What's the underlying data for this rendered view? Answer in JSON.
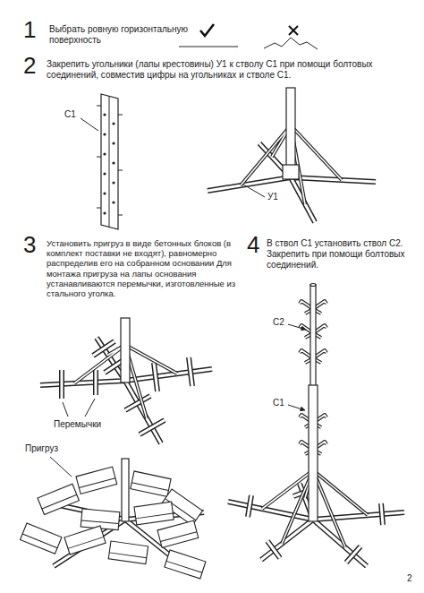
{
  "diagram": {
    "labels": [
      "1",
      "Выбрать ровную горизонтальную поверхность",
      "2",
      "Закрепить угольники (лапы крестовины) У1 к стволу С1 при помощи болтовых соединений, совместив цифры на угольниках и стволе С1.",
      "С1",
      "У1",
      "3",
      "Установить пригруз в виде бетонных блоков (в комплект поставки не входят), равномерно распределив его на собранном основании Для монтажа пригруза на лапы основания устанавливаются перемычки, изготовленные из стального уголка.",
      "Перемычки",
      "Пригруз",
      "4",
      "В ствол С1 установить ствол С2. Закрепить при помощи болтовых соединений.",
      "С2",
      "С1",
      "2"
    ]
  }
}
